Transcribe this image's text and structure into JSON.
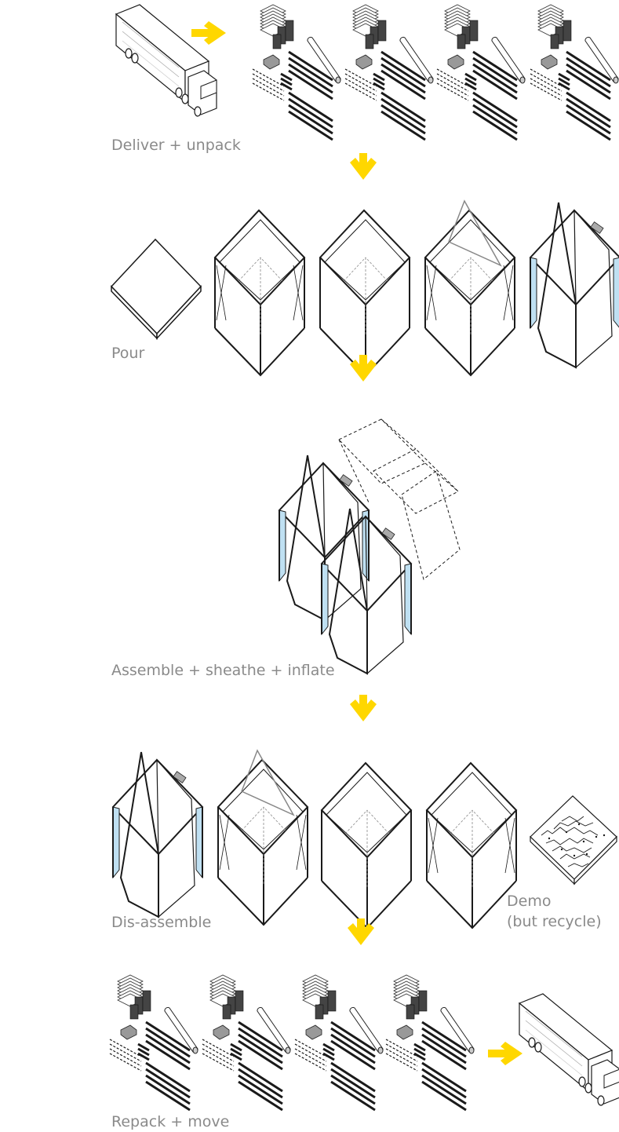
{
  "steps": {
    "deliver": "Deliver + unpack",
    "pour": "Pour",
    "assemble": "Assemble + sheathe + inflate",
    "disassemble": "Dis-assemble",
    "demo_line1": "Demo",
    "demo_line2": "(but recycle)",
    "repack": "Repack + move"
  },
  "colors": {
    "arrow": "#FFD700",
    "line": "#1a1a1a",
    "glass": "#bfe0f2",
    "label": "#8a8a8a"
  }
}
